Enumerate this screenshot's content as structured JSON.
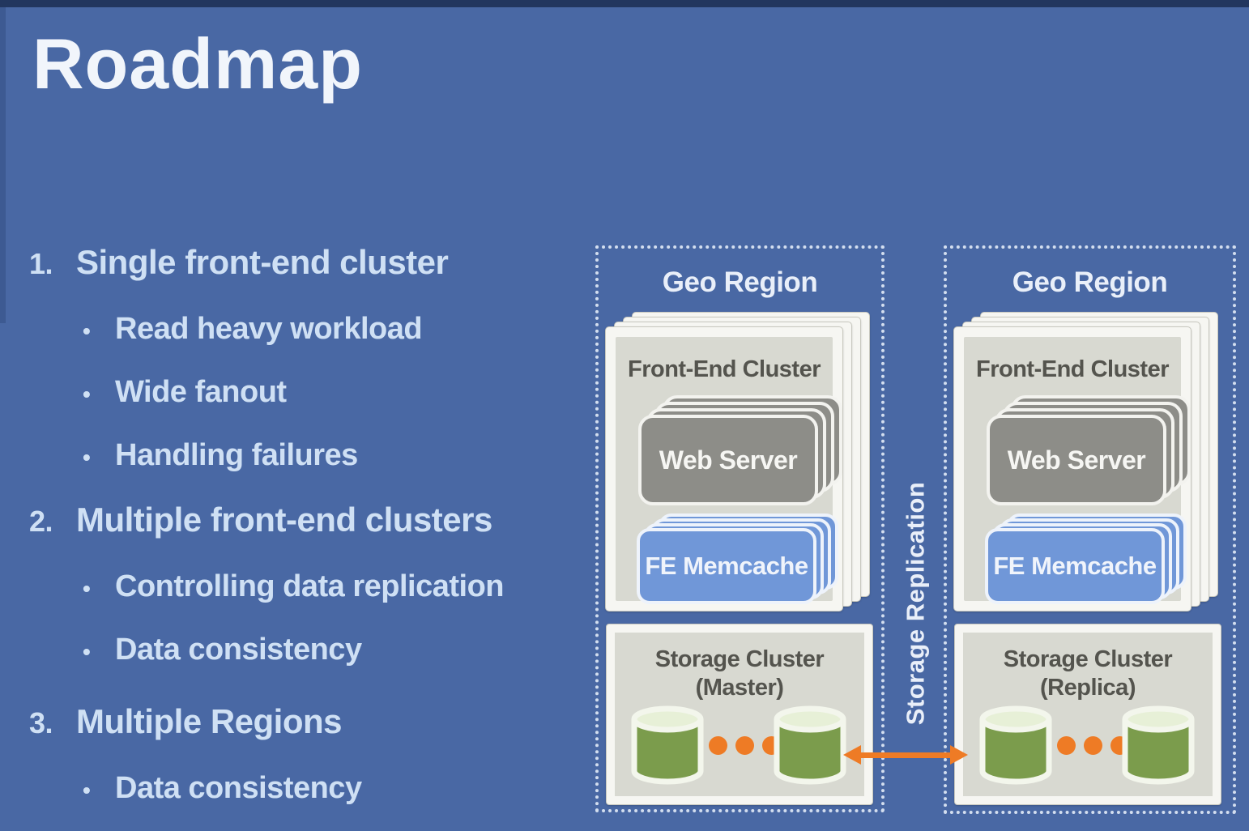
{
  "slide": {
    "title": "Roadmap"
  },
  "glyphs": {
    "bullet": "•"
  },
  "outline": [
    {
      "number": "1.",
      "label": "Single front-end cluster",
      "bullets": [
        "Read heavy workload",
        "Wide fanout",
        "Handling failures"
      ]
    },
    {
      "number": "2.",
      "label": "Multiple front-end clusters",
      "bullets": [
        "Controlling data replication",
        "Data consistency"
      ]
    },
    {
      "number": "3.",
      "label": "Multiple Regions",
      "bullets": [
        "Data consistency"
      ]
    }
  ],
  "diagram": {
    "replication_label": "Storage Replication",
    "regions": [
      {
        "title": "Geo Region",
        "front_end": {
          "title": "Front-End Cluster",
          "web_server": "Web Server",
          "fe_memcache": "FE Memcache"
        },
        "storage": {
          "line1": "Storage Cluster",
          "line2": "(Master)"
        }
      },
      {
        "title": "Geo Region",
        "front_end": {
          "title": "Front-End Cluster",
          "web_server": "Web Server",
          "fe_memcache": "FE Memcache"
        },
        "storage": {
          "line1": "Storage Cluster",
          "line2": "(Replica)"
        }
      }
    ],
    "theme": {
      "background_blue": "#4968a4",
      "accent_orange": "#ee7b25",
      "cylinder_green": "#7b9c4c",
      "memcache_blue": "#7097d8",
      "server_gray": "#8d8d88"
    }
  }
}
